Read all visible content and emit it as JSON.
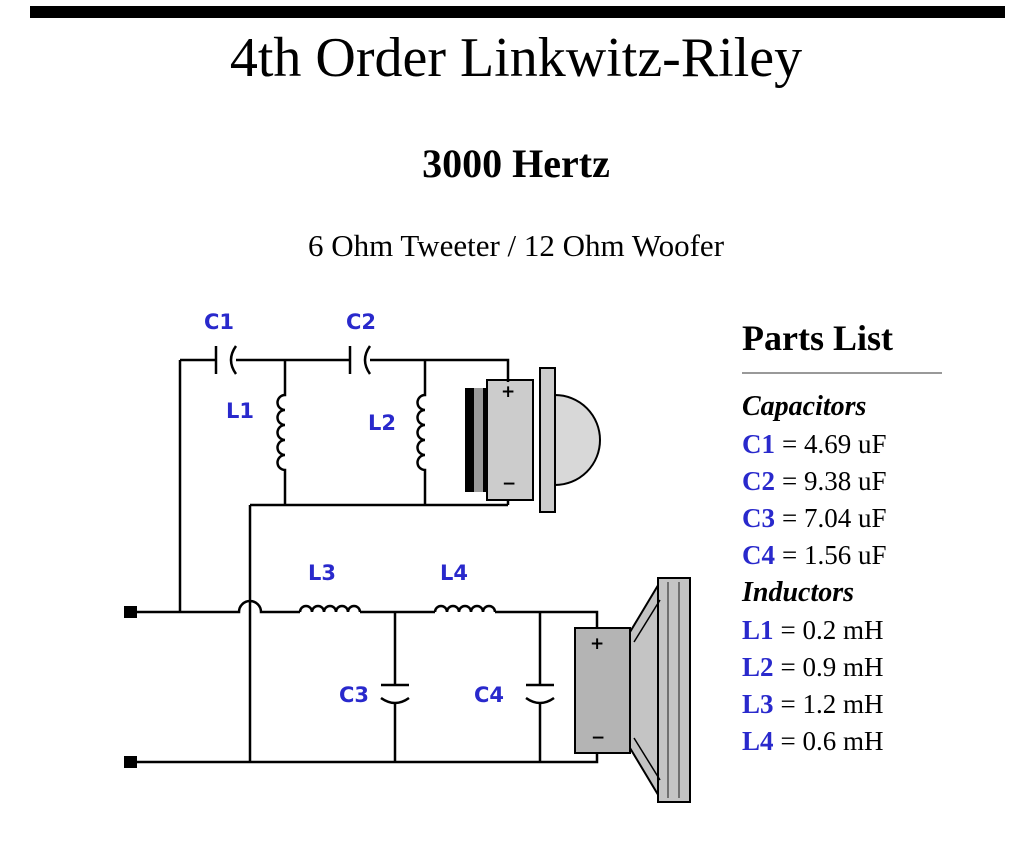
{
  "header": {
    "title": "4th Order Linkwitz-Riley",
    "frequency": "3000 Hertz",
    "drivers": "6 Ohm Tweeter / 12 Ohm Woofer"
  },
  "schematic": {
    "labels": {
      "c1": "C1",
      "c2": "C2",
      "c3": "C3",
      "c4": "C4",
      "l1": "L1",
      "l2": "L2",
      "l3": "L3",
      "l4": "L4"
    },
    "tweeter": {
      "plus": "+",
      "minus": "−"
    },
    "woofer": {
      "plus": "+",
      "minus": "−"
    }
  },
  "parts_list": {
    "heading": "Parts List",
    "capacitors_heading": "Capacitors",
    "inductors_heading": "Inductors",
    "capacitors": [
      {
        "name": "C1",
        "value": "= 4.69 uF"
      },
      {
        "name": "C2",
        "value": "= 9.38 uF"
      },
      {
        "name": "C3",
        "value": "= 7.04 uF"
      },
      {
        "name": "C4",
        "value": "= 1.56 uF"
      }
    ],
    "inductors": [
      {
        "name": "L1",
        "value": "= 0.2 mH"
      },
      {
        "name": "L2",
        "value": "= 0.9 mH"
      },
      {
        "name": "L3",
        "value": "= 1.2 mH"
      },
      {
        "name": "L4",
        "value": "= 0.6 mH"
      }
    ]
  },
  "colors": {
    "component_label_blue": "#2929cc",
    "wire_black": "#000000",
    "speaker_gray": "#c4c4c4"
  }
}
